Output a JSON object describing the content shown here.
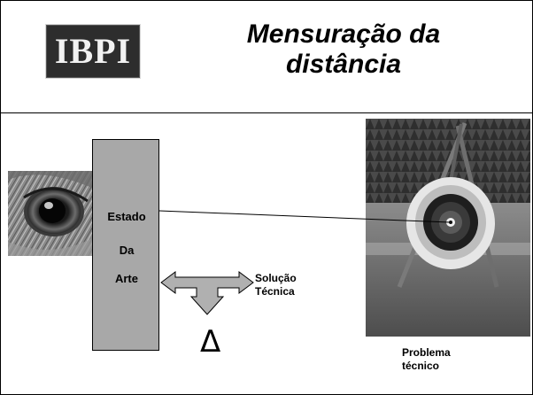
{
  "slide": {
    "logo": "IBPI",
    "title_line1": "Mensuração da",
    "title_line2": "distância",
    "state_box": {
      "line1": "Estado",
      "line2": "Da",
      "line3": "Arte"
    },
    "solution_line1": "Solução",
    "solution_line2": "Técnica",
    "delta_symbol": "Δ",
    "problem_line1": "Problema",
    "problem_line2": "técnico",
    "images": {
      "left": "eagle-eye-photo",
      "right": "archery-target-photo"
    },
    "colors": {
      "box_fill": "#a8a8a8",
      "arrow_fill": "#b0b0b0",
      "logo_bg": "#2d2d2d"
    }
  }
}
